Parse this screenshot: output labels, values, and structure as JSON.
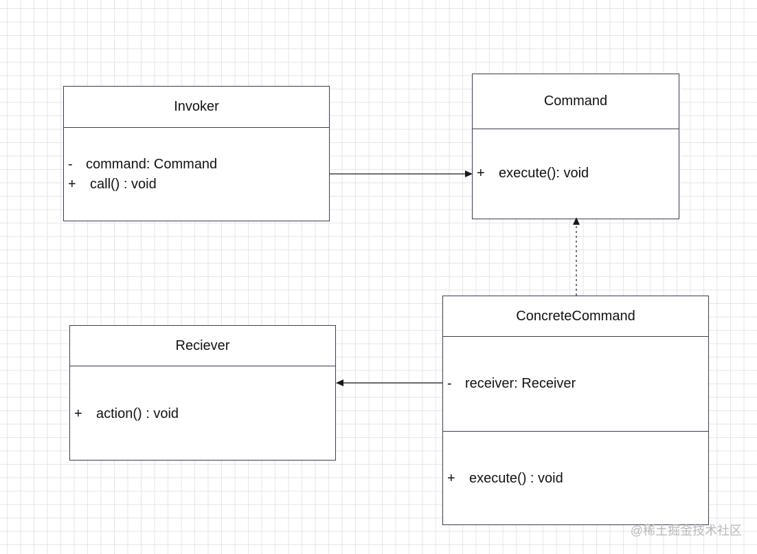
{
  "classes": {
    "invoker": {
      "name": "Invoker",
      "members": [
        {
          "vis": "-",
          "text": "command: Command"
        },
        {
          "vis": "+",
          "text": "call() : void"
        }
      ]
    },
    "command": {
      "name": "Command",
      "members": [
        {
          "vis": "+",
          "text": "execute(): void"
        }
      ]
    },
    "concrete_command": {
      "name": "ConcreteCommand",
      "attributes": [
        {
          "vis": "-",
          "text": "receiver: Receiver"
        }
      ],
      "methods": [
        {
          "vis": "+",
          "text": "execute() : void"
        }
      ]
    },
    "reciever": {
      "name": "Reciever",
      "members": [
        {
          "vis": "+",
          "text": "action() : void"
        }
      ]
    }
  },
  "watermark": "@稀土掘金技术社区",
  "colors": {
    "border": "#3a3a55",
    "grid": "#e6e6e6",
    "connector": "#1a1a1a"
  }
}
